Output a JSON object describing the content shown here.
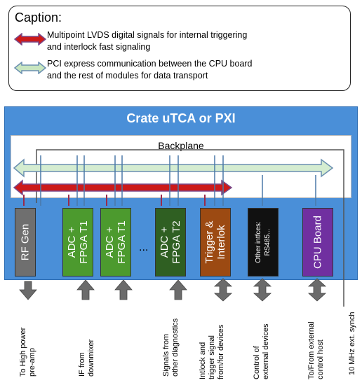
{
  "caption": {
    "title": "Caption:",
    "items": [
      {
        "line1": "Multipoint LVDS digital signals for internal triggering",
        "line2": "and interlock fast signaling",
        "color": "#cc1a1a"
      },
      {
        "line1": "PCI express communication between the CPU board",
        "line2": "and the rest of modules for data transport",
        "color": "#c8e6c0"
      }
    ]
  },
  "crate": {
    "title": "Crate uTCA or PXI",
    "backplane": "Backplane"
  },
  "modules": [
    {
      "line1": "RF Gen",
      "line2": "",
      "color": "#6f6f6f"
    },
    {
      "line1": "ADC +",
      "line2": "FPGA T1",
      "color": "#4c9a2e"
    },
    {
      "line1": "ADC +",
      "line2": "FPGA T1",
      "color": "#4c9a2e"
    },
    {
      "line1": "ADC +",
      "line2": "FPGA T2",
      "color": "#2f5f22"
    },
    {
      "line1": "Trigger &",
      "line2": "Interlok",
      "color": "#9c4a12"
    },
    {
      "line1": "Other intfces:",
      "line2": "RS485...",
      "color": "#111111"
    },
    {
      "line1": "CPU Board",
      "line2": "",
      "color": "#7030a0"
    }
  ],
  "ellipsis": "...",
  "bottom_labels": [
    {
      "line1": "To High power",
      "line2": "pre-amp"
    },
    {
      "line1": "IF from",
      "line2": "downmixer"
    },
    {
      "line1": "Signals from",
      "line2": "other diagnostics"
    },
    {
      "line1": "Intlock and",
      "line2": "trigger signal",
      "line3": "from/for devices"
    },
    {
      "line1": "Control of",
      "line2": "external devices"
    },
    {
      "line1": "To/From external",
      "line2": "control host"
    },
    {
      "line1": "10 MHz ext. synch"
    }
  ]
}
